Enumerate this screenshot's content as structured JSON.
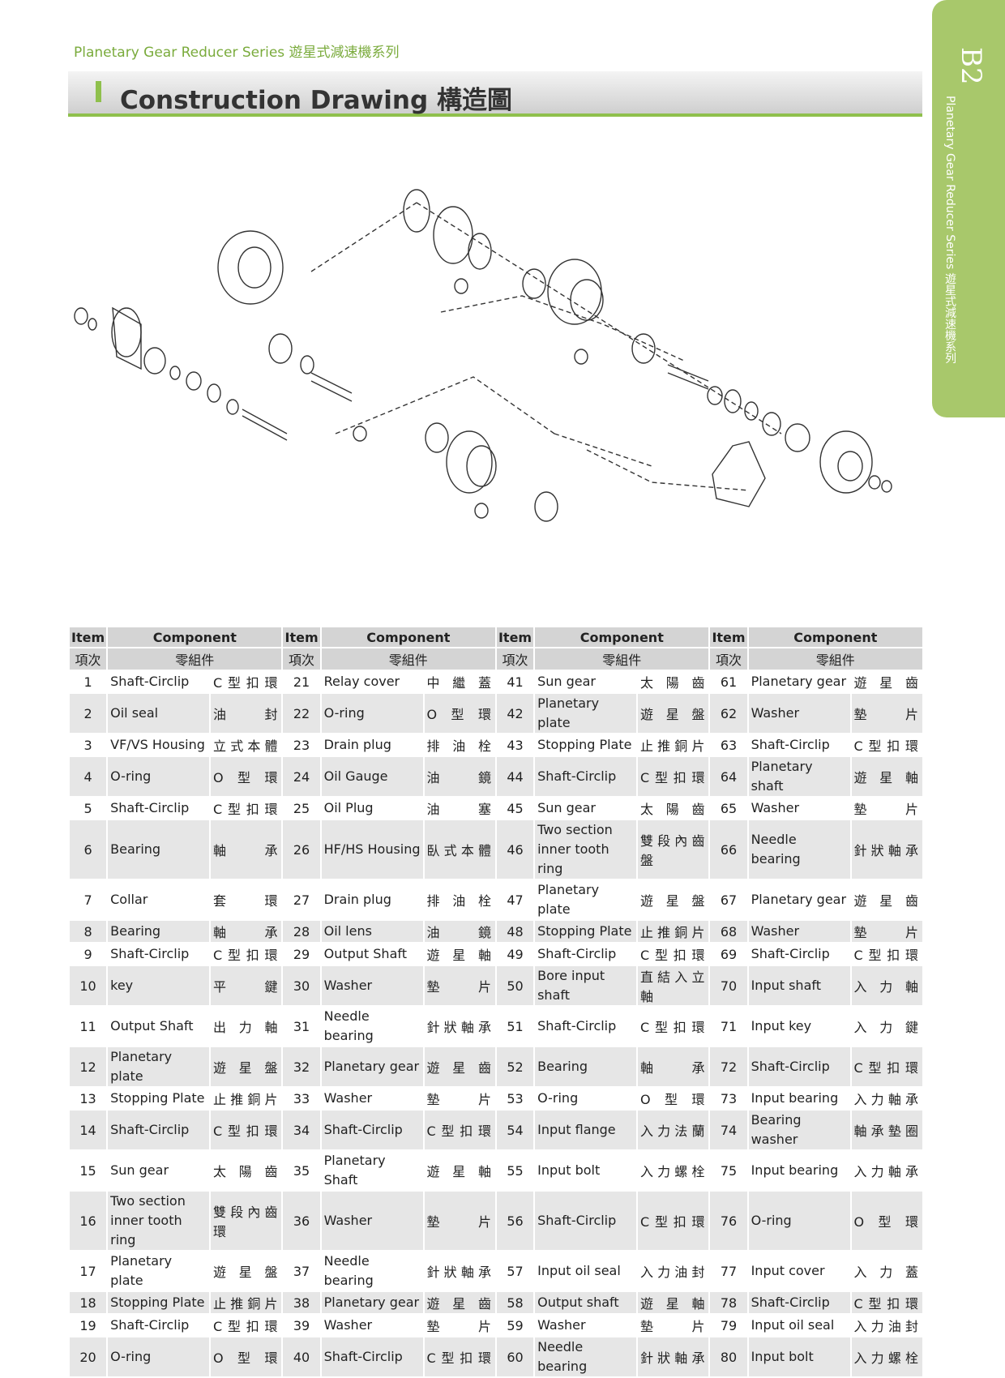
{
  "header": {
    "series": "Planetary Gear Reducer Series 遊星式減速機系列",
    "title": "Construction Drawing  構造圖"
  },
  "side_tab": {
    "code": "B2",
    "series_en": "Planetary Gear Reducer Series",
    "series_zh": "遊星式減速機系列"
  },
  "table_header": {
    "item": "Item",
    "item_zh": "項次",
    "component": "Component",
    "component_zh": "零組件"
  },
  "rows": [
    [
      [
        "1",
        "Shaft-Circlip",
        "C型扣環"
      ],
      [
        "21",
        "Relay cover",
        "中繼蓋"
      ],
      [
        "41",
        "Sun gear",
        "太陽齒"
      ],
      [
        "61",
        "Planetary gear",
        "遊星齒"
      ]
    ],
    [
      [
        "2",
        "Oil seal",
        "油封"
      ],
      [
        "22",
        "O-ring",
        "O型環"
      ],
      [
        "42",
        "Planetary plate",
        "遊星盤"
      ],
      [
        "62",
        "Washer",
        "墊片"
      ]
    ],
    [
      [
        "3",
        "VF/VS Housing",
        "立式本體"
      ],
      [
        "23",
        "Drain plug",
        "排油栓"
      ],
      [
        "43",
        "Stopping Plate",
        "止推銅片"
      ],
      [
        "63",
        "Shaft-Circlip",
        "C型扣環"
      ]
    ],
    [
      [
        "4",
        "O-ring",
        "O型環"
      ],
      [
        "24",
        "Oil Gauge",
        "油鏡"
      ],
      [
        "44",
        "Shaft-Circlip",
        "C型扣環"
      ],
      [
        "64",
        "Planetary shaft",
        "遊星軸"
      ]
    ],
    [
      [
        "5",
        "Shaft-Circlip",
        "C型扣環"
      ],
      [
        "25",
        "Oil Plug",
        "油塞"
      ],
      [
        "45",
        "Sun gear",
        "太陽齒"
      ],
      [
        "65",
        "Washer",
        "墊片"
      ]
    ],
    [
      [
        "6",
        "Bearing",
        "軸承"
      ],
      [
        "26",
        "HF/HS Housing",
        "臥式本體"
      ],
      [
        "46",
        "Two section inner tooth ring",
        "雙段內齒盤"
      ],
      [
        "66",
        "Needle bearing",
        "針狀軸承"
      ]
    ],
    [
      [
        "7",
        "Collar",
        "套環"
      ],
      [
        "27",
        "Drain plug",
        "排油栓"
      ],
      [
        "47",
        "Planetary plate",
        "遊星盤"
      ],
      [
        "67",
        "Planetary gear",
        "遊星齒"
      ]
    ],
    [
      [
        "8",
        "Bearing",
        "軸承"
      ],
      [
        "28",
        "Oil lens",
        "油鏡"
      ],
      [
        "48",
        "Stopping Plate",
        "止推銅片"
      ],
      [
        "68",
        "Washer",
        "墊片"
      ]
    ],
    [
      [
        "9",
        "Shaft-Circlip",
        "C型扣環"
      ],
      [
        "29",
        "Output Shaft",
        "遊星軸"
      ],
      [
        "49",
        "Shaft-Circlip",
        "C型扣環"
      ],
      [
        "69",
        "Shaft-Circlip",
        "C型扣環"
      ]
    ],
    [
      [
        "10",
        "key",
        "平鍵"
      ],
      [
        "30",
        "Washer",
        "墊片"
      ],
      [
        "50",
        "Bore input shaft",
        "直結入立軸"
      ],
      [
        "70",
        "Input shaft",
        "入力軸"
      ]
    ],
    [
      [
        "11",
        "Output Shaft",
        "出力軸"
      ],
      [
        "31",
        "Needle bearing",
        "針狀軸承"
      ],
      [
        "51",
        "Shaft-Circlip",
        "C型扣環"
      ],
      [
        "71",
        "Input key",
        "入力鍵"
      ]
    ],
    [
      [
        "12",
        "Planetary plate",
        "遊星盤"
      ],
      [
        "32",
        "Planetary gear",
        "遊星齒"
      ],
      [
        "52",
        "Bearing",
        "軸承"
      ],
      [
        "72",
        "Shaft-Circlip",
        "C型扣環"
      ]
    ],
    [
      [
        "13",
        "Stopping Plate",
        "止推銅片"
      ],
      [
        "33",
        "Washer",
        "墊片"
      ],
      [
        "53",
        "O-ring",
        "O型環"
      ],
      [
        "73",
        "Input bearing",
        "入力軸承"
      ]
    ],
    [
      [
        "14",
        "Shaft-Circlip",
        "C型扣環"
      ],
      [
        "34",
        "Shaft-Circlip",
        "C型扣環"
      ],
      [
        "54",
        "Input flange",
        "入力法蘭"
      ],
      [
        "74",
        "Bearing washer",
        "軸承墊圈"
      ]
    ],
    [
      [
        "15",
        "Sun gear",
        "太陽齒"
      ],
      [
        "35",
        "Planetary Shaft",
        "遊星軸"
      ],
      [
        "55",
        "Input bolt",
        "入力螺栓"
      ],
      [
        "75",
        "Input bearing",
        "入力軸承"
      ]
    ],
    [
      [
        "16",
        "Two section inner tooth ring",
        "雙段內齒環"
      ],
      [
        "36",
        "Washer",
        "墊片"
      ],
      [
        "56",
        "Shaft-Circlip",
        "C型扣環"
      ],
      [
        "76",
        "O-ring",
        "O型環"
      ]
    ],
    [
      [
        "17",
        "Planetary plate",
        "遊星盤"
      ],
      [
        "37",
        "Needle bearing",
        "針狀軸承"
      ],
      [
        "57",
        "Input oil seal",
        "入力油封"
      ],
      [
        "77",
        "Input cover",
        "入力蓋"
      ]
    ],
    [
      [
        "18",
        "Stopping Plate",
        "止推銅片"
      ],
      [
        "38",
        "Planetary gear",
        "遊星齒"
      ],
      [
        "58",
        "Output shaft",
        "遊星軸"
      ],
      [
        "78",
        "Shaft-Circlip",
        "C型扣環"
      ]
    ],
    [
      [
        "19",
        "Shaft-Circlip",
        "C型扣環"
      ],
      [
        "39",
        "Washer",
        "墊片"
      ],
      [
        "59",
        "Washer",
        "墊片"
      ],
      [
        "79",
        "Input oil seal",
        "入力油封"
      ]
    ],
    [
      [
        "20",
        "O-ring",
        "O型環"
      ],
      [
        "40",
        "Shaft-Circlip",
        "C型扣環"
      ],
      [
        "60",
        "Needle bearing",
        "針狀軸承"
      ],
      [
        "80",
        "Input bolt",
        "入力螺栓"
      ]
    ]
  ],
  "tall_rows": [
    3,
    5,
    13,
    15
  ]
}
